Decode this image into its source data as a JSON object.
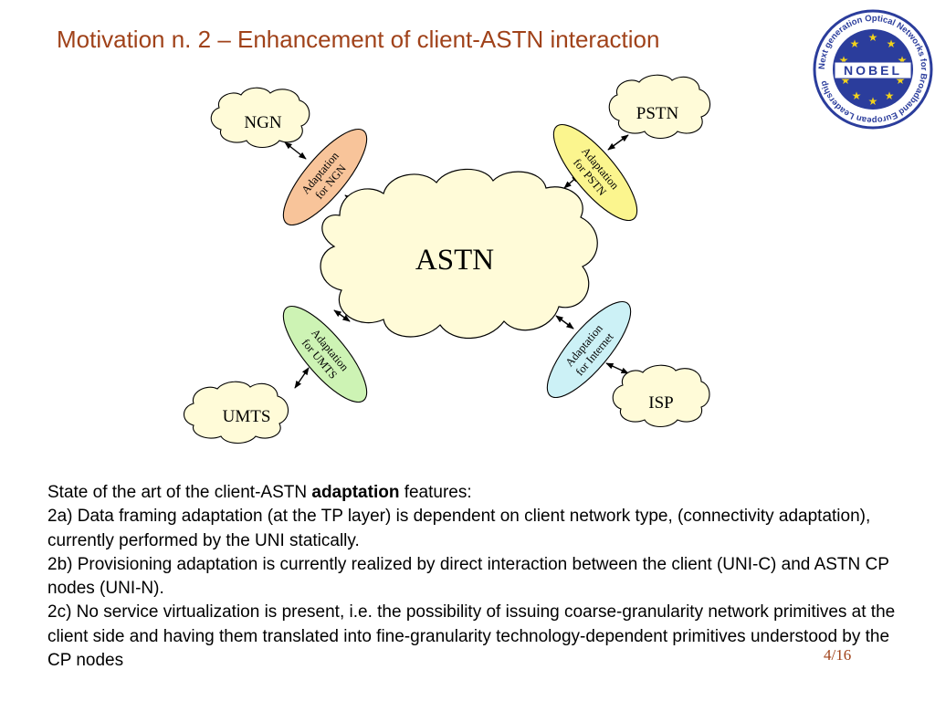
{
  "slide": {
    "title": "Motivation n. 2 – Enhancement of client-ASTN interaction",
    "page_number": "4/16"
  },
  "logo": {
    "name": "NOBEL",
    "ring_text": "Next generation Optical Networks for Broadband European Leadership",
    "colors": {
      "primary": "#2b3d9c",
      "star": "#f2d21b",
      "ring_bg": "#ffffff"
    }
  },
  "diagram": {
    "center": {
      "label": "ASTN",
      "color": "#fffbd8"
    },
    "clients": [
      {
        "id": "ngn",
        "label": "NGN"
      },
      {
        "id": "pstn",
        "label": "PSTN"
      },
      {
        "id": "umts",
        "label": "UMTS"
      },
      {
        "id": "isp",
        "label": "ISP"
      }
    ],
    "adapters": [
      {
        "id": "ngn",
        "line1": "Adaptation",
        "line2": "for NGN",
        "color": "#f8c49a"
      },
      {
        "id": "pstn",
        "line1": "Adaptation",
        "line2": "for PSTN",
        "color": "#fbf58e"
      },
      {
        "id": "umts",
        "line1": "Adaptation",
        "line2": "for UMTS",
        "color": "#cdf3b4"
      },
      {
        "id": "internet",
        "line1": "Adaptation",
        "line2": "for Internet",
        "color": "#ccf1f6"
      }
    ]
  },
  "text": {
    "intro_before": "State of the art of the client-ASTN ",
    "intro_bold": "adaptation",
    "intro_after": " features:",
    "item_2a": "2a) Data framing adaptation (at the TP layer) is dependent on client network type, (connectivity adaptation), currently performed by the UNI statically.",
    "item_2b": "2b) Provisioning adaptation is currently realized by direct interaction between the client (UNI-C) and ASTN CP nodes (UNI-N).",
    "item_2c": "2c) No service virtualization is present, i.e. the possibility of issuing coarse-granularity network primitives at the client side and having them translated into fine-granularity technology-dependent primitives understood by the CP nodes"
  }
}
